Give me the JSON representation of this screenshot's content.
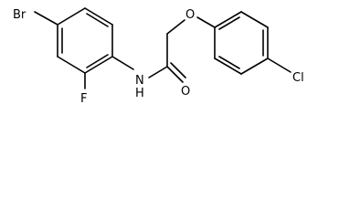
{
  "molecule": {
    "atoms": {
      "bromine": "Br",
      "fluorine": "F",
      "amide_nitrogen": "N",
      "amide_hydrogen": "H",
      "carbonyl_oxygen": "O",
      "ether_oxygen": "O",
      "chlorine": "Cl"
    }
  },
  "colors": {
    "bond": "#000000",
    "label": "#000000",
    "background": "#ffffff"
  }
}
